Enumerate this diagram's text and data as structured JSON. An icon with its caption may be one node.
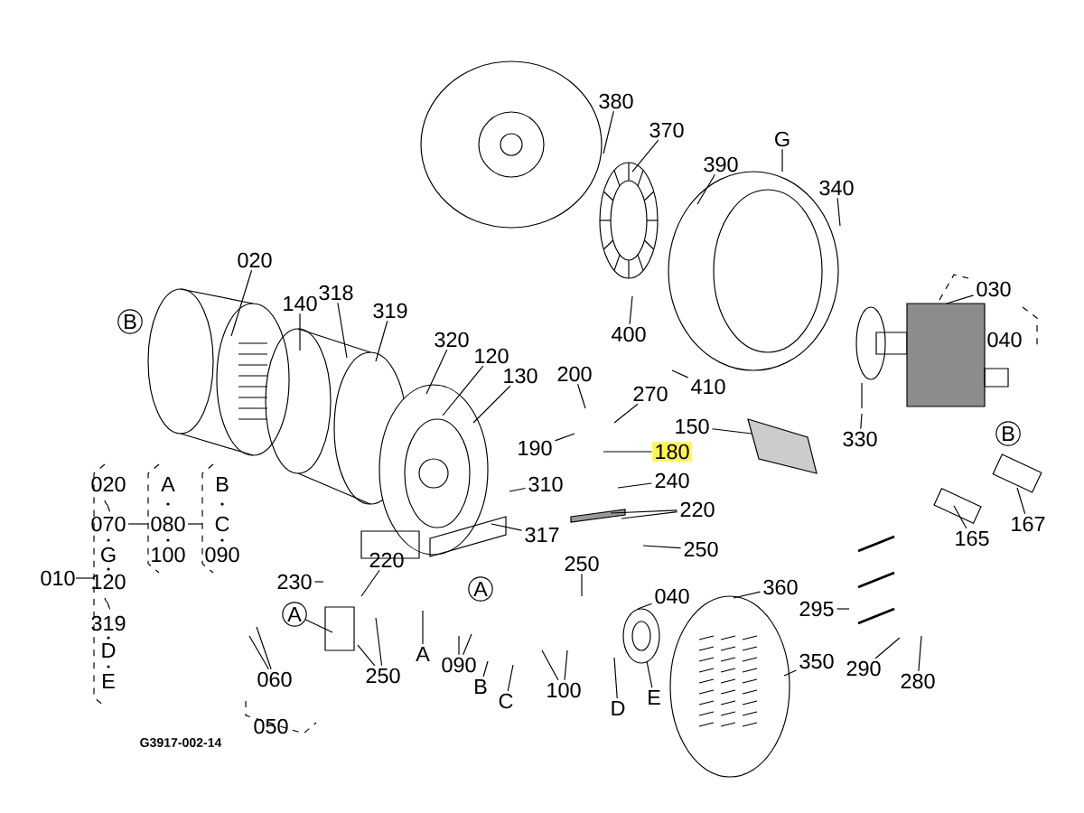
{
  "diagram": {
    "nodes": [
      {
        "text": [
          "380"
        ]
      },
      {
        "text": [
          "370"
        ]
      },
      {
        "text": [
          "G"
        ]
      },
      {
        "text": [
          "390"
        ]
      },
      {
        "text": [
          "340"
        ]
      },
      {
        "text": [
          "020"
        ]
      },
      {
        "text": [
          "030"
        ]
      },
      {
        "text": [
          "040"
        ]
      },
      {
        "text": [
          "B"
        ]
      },
      {
        "text": [
          "140"
        ]
      },
      {
        "text": [
          "318"
        ]
      },
      {
        "text": [
          "319"
        ]
      },
      {
        "text": [
          "400"
        ]
      },
      {
        "text": [
          "320"
        ]
      },
      {
        "text": [
          "120"
        ]
      },
      {
        "text": [
          "130"
        ]
      },
      {
        "text": [
          "200"
        ]
      },
      {
        "text": [
          "410"
        ]
      },
      {
        "text": [
          "150"
        ]
      },
      {
        "text": [
          "190"
        ]
      },
      {
        "text": [
          "270"
        ]
      },
      {
        "text": [
          "330"
        ]
      },
      {
        "text": [
          "B"
        ]
      },
      {
        "text": [
          "180"
        ]
      },
      {
        "text": [
          "240"
        ]
      },
      {
        "text": [
          "310"
        ]
      },
      {
        "text": [
          "220"
        ]
      },
      {
        "text": [
          "317"
        ]
      },
      {
        "text": [
          "250"
        ]
      },
      {
        "text": [
          "165"
        ]
      },
      {
        "text": [
          "167"
        ]
      },
      {
        "text": [
          "250"
        ]
      },
      {
        "text": [
          "230"
        ]
      },
      {
        "text": [
          "220"
        ]
      },
      {
        "text": [
          "040"
        ]
      },
      {
        "text": [
          "A"
        ]
      },
      {
        "text": [
          "360"
        ]
      },
      {
        "text": [
          "295"
        ]
      },
      {
        "text": [
          "A"
        ]
      },
      {
        "text": [
          "A"
        ]
      },
      {
        "text": [
          "090"
        ]
      },
      {
        "text": [
          "350"
        ]
      },
      {
        "text": [
          "250"
        ]
      },
      {
        "text": [
          "290"
        ]
      },
      {
        "text": [
          "100"
        ]
      },
      {
        "text": [
          "060"
        ]
      },
      {
        "text": [
          "280"
        ]
      },
      {
        "text": [
          "B"
        ]
      },
      {
        "text": [
          "D"
        ]
      },
      {
        "text": [
          "E"
        ]
      },
      {
        "text": [
          "C"
        ]
      },
      {
        "text": [
          "050"
        ]
      }
    ],
    "edges": [
      {
        "from": 0,
        "to": null,
        "arrow": "none"
      },
      {
        "from": 1,
        "to": null,
        "arrow": "none"
      },
      {
        "from": 2,
        "to": null,
        "arrow": "none"
      },
      {
        "from": 3,
        "to": null,
        "arrow": "none"
      },
      {
        "from": 4,
        "to": null,
        "arrow": "none"
      },
      {
        "from": 5,
        "to": null,
        "arrow": "none"
      },
      {
        "from": 6,
        "to": null,
        "arrow": "none"
      },
      {
        "from": 9,
        "to": null,
        "arrow": "none"
      },
      {
        "from": 10,
        "to": null,
        "arrow": "none"
      },
      {
        "from": 11,
        "to": null,
        "arrow": "none"
      },
      {
        "from": 12,
        "to": null,
        "arrow": "none"
      },
      {
        "from": 13,
        "to": null,
        "arrow": "none"
      },
      {
        "from": 14,
        "to": null,
        "arrow": "none"
      },
      {
        "from": 15,
        "to": null,
        "arrow": "none"
      },
      {
        "from": 16,
        "to": null,
        "arrow": "none"
      },
      {
        "from": 17,
        "to": null,
        "arrow": "none"
      },
      {
        "from": 18,
        "to": null,
        "arrow": "none"
      },
      {
        "from": 19,
        "to": null,
        "arrow": "none"
      },
      {
        "from": 20,
        "to": null,
        "arrow": "none"
      },
      {
        "from": 21,
        "to": null,
        "arrow": "none"
      },
      {
        "from": 23,
        "to": null,
        "arrow": "none"
      },
      {
        "from": 24,
        "to": null,
        "arrow": "none"
      },
      {
        "from": 25,
        "to": null,
        "arrow": "none"
      },
      {
        "from": 26,
        "to": null,
        "arrow": "none"
      },
      {
        "from": 26,
        "to": null,
        "arrow": "none"
      },
      {
        "from": 27,
        "to": null,
        "arrow": "none"
      },
      {
        "from": 28,
        "to": null,
        "arrow": "none"
      },
      {
        "from": 29,
        "to": null,
        "arrow": "none"
      },
      {
        "from": 30,
        "to": null,
        "arrow": "none"
      },
      {
        "from": 31,
        "to": null,
        "arrow": "none"
      },
      {
        "from": 32,
        "to": null,
        "arrow": "none"
      },
      {
        "from": 33,
        "to": null,
        "arrow": "none"
      },
      {
        "from": 34,
        "to": null,
        "arrow": "none"
      },
      {
        "from": 36,
        "to": null,
        "arrow": "none"
      },
      {
        "from": 37,
        "to": null,
        "arrow": "none"
      },
      {
        "from": 38,
        "to": null,
        "arrow": "none"
      },
      {
        "from": 39,
        "to": null,
        "arrow": "none"
      },
      {
        "from": 40,
        "to": null,
        "arrow": "none"
      },
      {
        "from": 40,
        "to": null,
        "arrow": "none"
      },
      {
        "from": 41,
        "to": null,
        "arrow": "none"
      },
      {
        "from": 42,
        "to": null,
        "arrow": "none"
      },
      {
        "from": 42,
        "to": null,
        "arrow": "none"
      },
      {
        "from": 43,
        "to": null,
        "arrow": "none"
      },
      {
        "from": 44,
        "to": null,
        "arrow": "none"
      },
      {
        "from": 44,
        "to": null,
        "arrow": "none"
      },
      {
        "from": 45,
        "to": null,
        "arrow": "none"
      },
      {
        "from": 45,
        "to": null,
        "arrow": "none"
      },
      {
        "from": 46,
        "to": null,
        "arrow": "none"
      },
      {
        "from": 47,
        "to": null,
        "arrow": "none"
      },
      {
        "from": 48,
        "to": null,
        "arrow": "none"
      },
      {
        "from": 49,
        "to": null,
        "arrow": "none"
      },
      {
        "from": 50,
        "to": null,
        "arrow": "none"
      }
    ],
    "labels": [
      "020",
      "A",
      "B",
      "070",
      "080",
      "C",
      "G",
      "100",
      "090",
      "010",
      "120",
      "319",
      "D",
      "E",
      "G3917-002-14"
    ]
  }
}
